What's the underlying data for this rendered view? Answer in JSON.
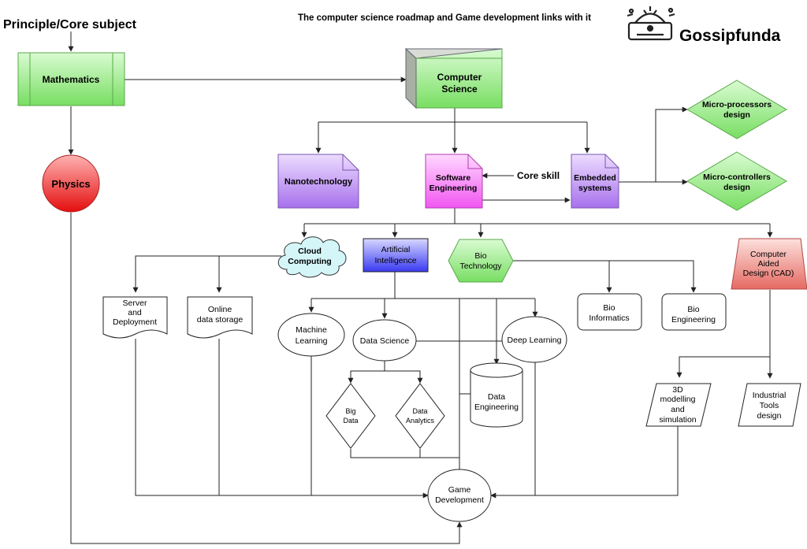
{
  "header": {
    "root_label": "Principle/Core subject",
    "title": "The computer science roadmap and Game development links with it",
    "brand": "Gossipfunda"
  },
  "nodes": {
    "mathematics": "Mathematics",
    "physics": "Physics",
    "computer_science": [
      "Computer",
      "Science"
    ],
    "nanotechnology": "Nanotechnology",
    "software_engineering": [
      "Software",
      "Engineering"
    ],
    "core_skill": "Core skill",
    "embedded_systems": [
      "Embedded",
      "systems"
    ],
    "micro_processors": [
      "Micro-processors",
      "design"
    ],
    "micro_controllers": [
      "Micro-controllers",
      "design"
    ],
    "cloud_computing": [
      "Cloud",
      "Computing"
    ],
    "artificial_intelligence": [
      "Artificial",
      "Intelligence"
    ],
    "bio_technology": [
      "Bio",
      "Technology"
    ],
    "cad": [
      "Computer",
      "Aided",
      "Design (CAD)"
    ],
    "server_deployment": [
      "Server",
      "and",
      "Deployment"
    ],
    "online_storage": [
      "Online",
      "data storage"
    ],
    "machine_learning": [
      "Machine",
      "Learning"
    ],
    "data_science": "Data Science",
    "deep_learning": "Deep Learning",
    "bio_informatics": [
      "Bio",
      "Informatics"
    ],
    "bio_engineering": [
      "Bio",
      "Engineering"
    ],
    "big_data": [
      "Big",
      "Data"
    ],
    "data_analytics": [
      "Data",
      "Analytics"
    ],
    "data_engineering": [
      "Data",
      "Engineering"
    ],
    "modelling_3d": [
      "3D",
      "modelling",
      "and",
      "simulation"
    ],
    "industrial_tools": [
      "Industrial",
      "Tools",
      "design"
    ],
    "game_development": [
      "Game",
      "Development"
    ]
  },
  "colors": {
    "green_fill": "#8ee87a",
    "green_stroke": "#5aa84a",
    "red_fill": "#f03a3a",
    "purple_fill": "#c49af2",
    "pink_fill": "#f47af4",
    "cyan_fill": "#d5f6f8",
    "blue_fill": "#6f6ff5",
    "salmon_fill": "#ee8a84",
    "line": "#222222"
  }
}
